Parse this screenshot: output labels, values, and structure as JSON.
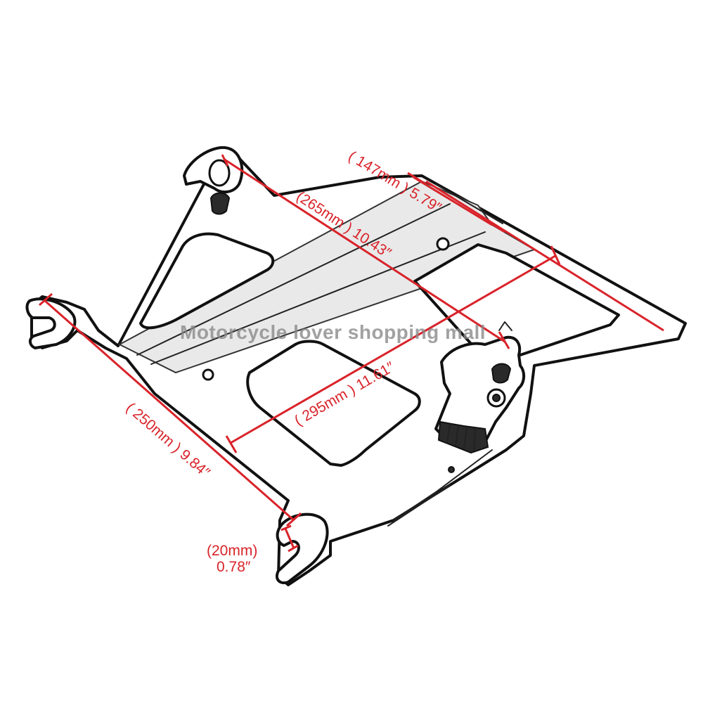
{
  "watermark": "Motorcycle lover shopping mall",
  "dimensions": {
    "d147": "( 147mm ) 5.79″",
    "d265": "(265mm ) 10.43″",
    "d295": "( 295mm ) 11.61″",
    "d250": "( 250mm ) 9.84″",
    "d20_mm": "(20mm)",
    "d20_in": "0.78″"
  },
  "colors": {
    "dimension": "#d9232a",
    "outline": "#111111",
    "watermark": "#8a8a8a"
  }
}
